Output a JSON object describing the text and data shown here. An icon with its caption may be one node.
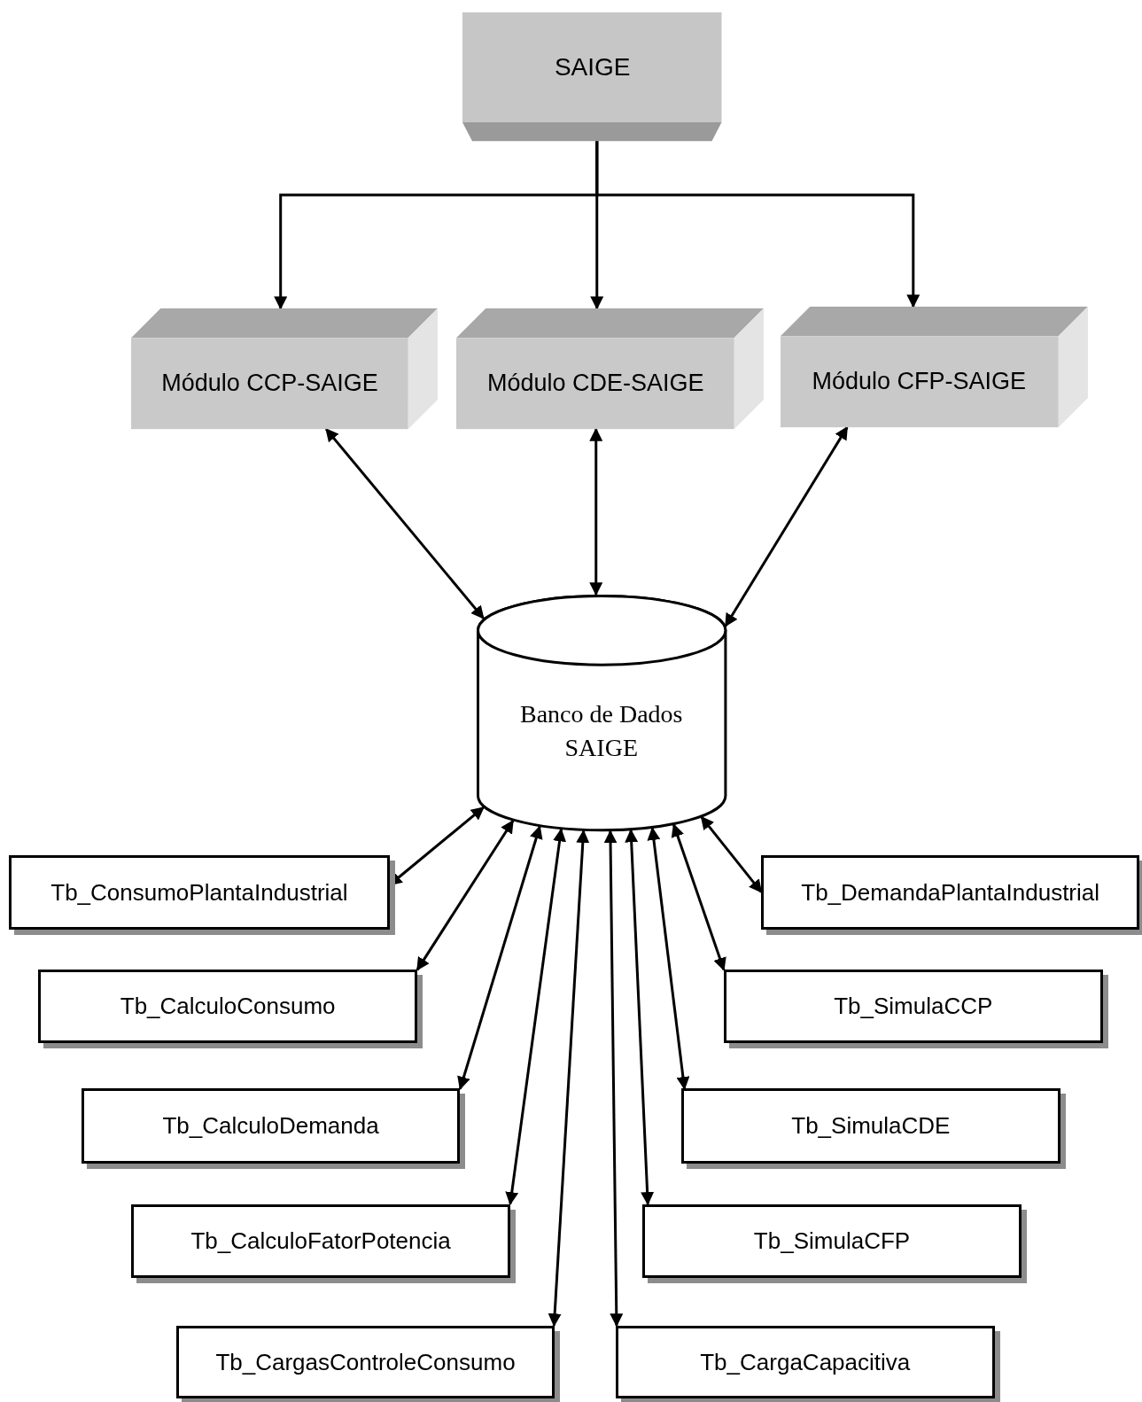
{
  "diagram": {
    "nodes": [
      {
        "text": [
          "SAIGE"
        ]
      },
      {
        "text": [
          "Módulo CCP-SAIGE"
        ]
      },
      {
        "text": [
          "Módulo CDE-SAIGE"
        ]
      },
      {
        "text": [
          "Módulo CFP-SAIGE"
        ]
      },
      {
        "text": [
          "Banco de Dados SAIGE"
        ]
      },
      {
        "text": [
          "Tb_ConsumoPlantaIndustrial"
        ]
      },
      {
        "text": [
          "Tb_DemandaPlantaIndustrial"
        ]
      },
      {
        "text": [
          "Tb_CalculoConsumo"
        ]
      },
      {
        "text": [
          "Tb_SimulaCCP"
        ]
      },
      {
        "text": [
          "Tb_CalculoDemanda"
        ]
      },
      {
        "text": [
          "Tb_SimulaCDE"
        ]
      },
      {
        "text": [
          "Tb_CalculoFatorPotencia"
        ]
      },
      {
        "text": [
          "Tb_SimulaCFP"
        ]
      },
      {
        "text": [
          "Tb_CargasControleConsumo"
        ]
      },
      {
        "text": [
          "Tb_CargaCapacitiva"
        ]
      }
    ],
    "edges": [
      {
        "from": 0,
        "to": 1,
        "arrow": "to"
      },
      {
        "from": 0,
        "to": 2,
        "arrow": "to"
      },
      {
        "from": 0,
        "to": 3,
        "arrow": "to"
      },
      {
        "from": 1,
        "to": 4,
        "arrow": "both"
      },
      {
        "from": 2,
        "to": 4,
        "arrow": "both"
      },
      {
        "from": 3,
        "to": 4,
        "arrow": "both"
      },
      {
        "from": 4,
        "to": 5,
        "arrow": "both"
      },
      {
        "from": 4,
        "to": 6,
        "arrow": "both"
      },
      {
        "from": 4,
        "to": 7,
        "arrow": "both"
      },
      {
        "from": 4,
        "to": 8,
        "arrow": "both"
      },
      {
        "from": 4,
        "to": 9,
        "arrow": "both"
      },
      {
        "from": 4,
        "to": 10,
        "arrow": "both"
      },
      {
        "from": 4,
        "to": 11,
        "arrow": "both"
      },
      {
        "from": 4,
        "to": 12,
        "arrow": "both"
      },
      {
        "from": 4,
        "to": 13,
        "arrow": "both"
      },
      {
        "from": 4,
        "to": 14,
        "arrow": "both"
      }
    ]
  }
}
